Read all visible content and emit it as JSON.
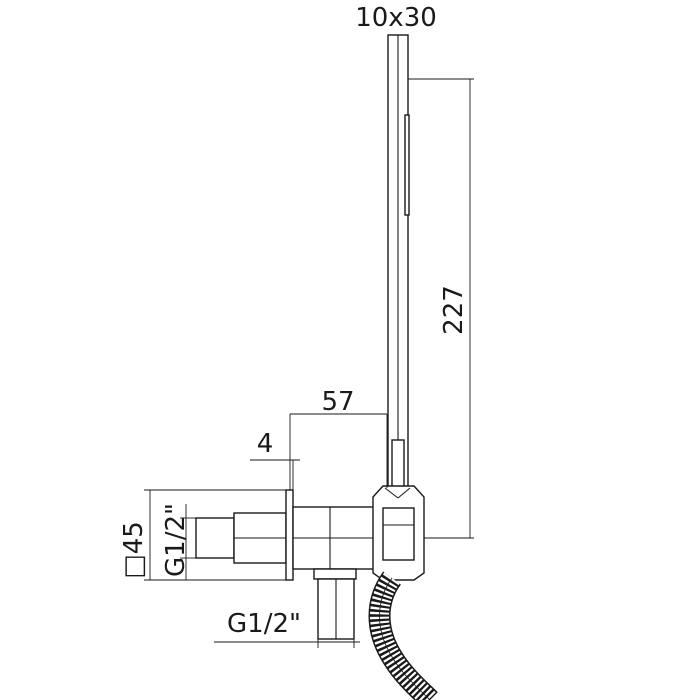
{
  "dimensions": {
    "handle_section": "10x30",
    "height": "227",
    "projection": "57",
    "plate_thickness": "4",
    "plate_square": "□45",
    "wall_thread": "G1/2\"",
    "outlet_thread": "G1/2\""
  }
}
